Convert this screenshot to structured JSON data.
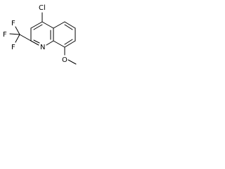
{
  "molecule": {
    "atom_labels": {
      "chlorine": "Cl",
      "nitrogen": "N",
      "oxygen": "O",
      "fluorine_top": "F",
      "fluorine_left": "F",
      "fluorine_bottom": "F"
    },
    "colors": {
      "background": "#ffffff",
      "bond": "#000000",
      "label": "#000000"
    }
  }
}
